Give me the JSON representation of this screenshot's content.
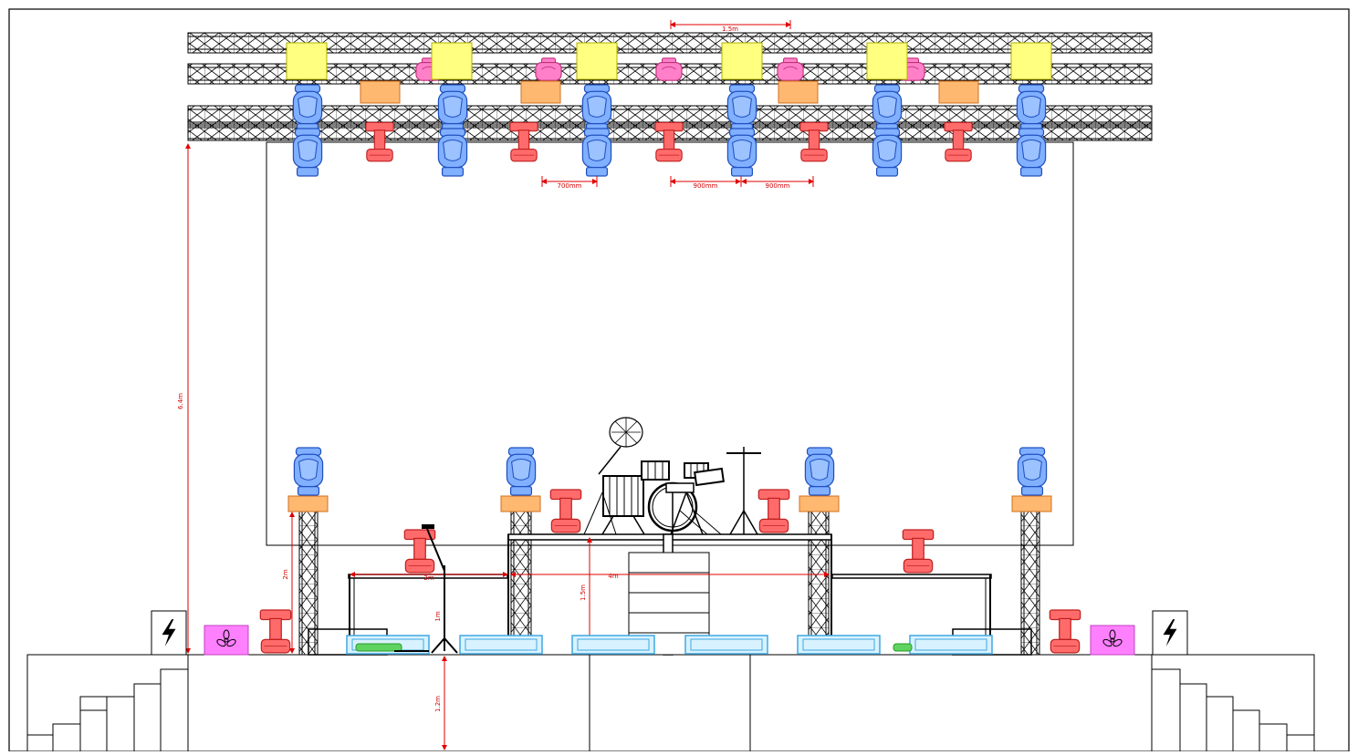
{
  "colors": {
    "background": "#ffffff",
    "outline": "#000000",
    "dimension": "#e00000",
    "wash": "#ffff80",
    "moving_head": "#80b0ff",
    "pink_fixture": "#ff80c8",
    "red_fixture": "#ff6b6b",
    "blinder": "#ffb870",
    "speaker": "#90d8ff",
    "fan": "#ff80ff",
    "green_wedge": "#5fd35f"
  },
  "dimensions": {
    "top_spacing": "1.5m",
    "gap_a": "700mm",
    "gap_b": "900mm",
    "gap_c": "900mm",
    "total_height": "6.4m",
    "tower_height": "2m",
    "left_riser_width": "2m",
    "drum_riser_width": "4m",
    "drum_riser_height": "1.5m",
    "mic_height": "1m",
    "stage_height": "1.2m"
  },
  "icons": {
    "power_left": "lightning-bolt-icon",
    "power_right": "lightning-bolt-icon",
    "fan_left": "fan-icon",
    "fan_right": "fan-icon",
    "drum_kit": "drum-kit-icon",
    "mic_stand": "microphone-stand-icon"
  }
}
